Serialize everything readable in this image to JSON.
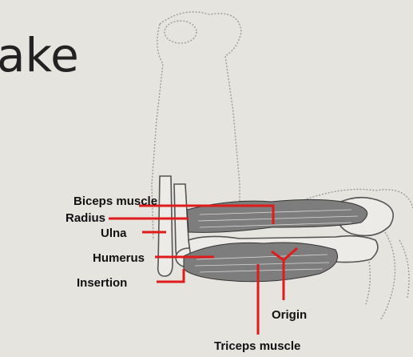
{
  "slide": {
    "title_fragment": "ake"
  },
  "labels": {
    "biceps": "Biceps muscle",
    "radius": "Radius",
    "ulna": "Ulna",
    "humerus": "Humerus",
    "insertion": "Insertion",
    "origin": "Origin",
    "triceps": "Triceps muscle"
  },
  "colors": {
    "leader_line": "#e01b1b",
    "background": "#e6e4df"
  }
}
